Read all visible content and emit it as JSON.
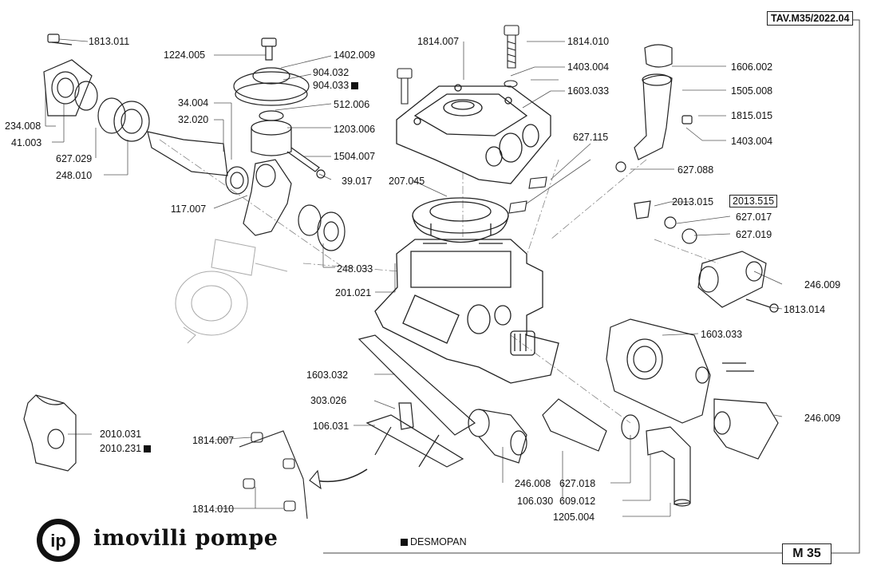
{
  "header": {
    "table_code": "TAV.M35/2022.04"
  },
  "footer": {
    "page_code": "M 35",
    "brand_logo_letters": "ip",
    "brand_name": "imovilli pompe",
    "legend_text": "DESMOPAN"
  },
  "callouts": [
    {
      "code": "1813.011"
    },
    {
      "code": "1224.005"
    },
    {
      "code": "1402.009"
    },
    {
      "code": "904.032"
    },
    {
      "code": "904.033",
      "desmopan": true
    },
    {
      "code": "34.004"
    },
    {
      "code": "512.006"
    },
    {
      "code": "32.020"
    },
    {
      "code": "1203.006"
    },
    {
      "code": "234.008"
    },
    {
      "code": "41.003"
    },
    {
      "code": "627.029"
    },
    {
      "code": "248.010"
    },
    {
      "code": "1504.007"
    },
    {
      "code": "39.017"
    },
    {
      "code": "117.007"
    },
    {
      "code": "248.033"
    },
    {
      "code": "1814.007"
    },
    {
      "code": "1814.010"
    },
    {
      "code": "1403.004"
    },
    {
      "code": "1603.033"
    },
    {
      "code": "627.115"
    },
    {
      "code": "207.045"
    },
    {
      "code": "201.021"
    },
    {
      "code": "1606.002"
    },
    {
      "code": "1505.008"
    },
    {
      "code": "1815.015"
    },
    {
      "code": "1403.004"
    },
    {
      "code": "627.088"
    },
    {
      "code": "2013.015"
    },
    {
      "code": "2013.515",
      "boxed": true
    },
    {
      "code": "627.017"
    },
    {
      "code": "627.019"
    },
    {
      "code": "246.009"
    },
    {
      "code": "1813.014"
    },
    {
      "code": "1603.033"
    },
    {
      "code": "246.009"
    },
    {
      "code": "1603.032"
    },
    {
      "code": "303.026"
    },
    {
      "code": "106.031"
    },
    {
      "code": "1814.007"
    },
    {
      "code": "2010.031"
    },
    {
      "code": "2010.231",
      "desmopan": true
    },
    {
      "code": "1814.010"
    },
    {
      "code": "246.008"
    },
    {
      "code": "106.030"
    },
    {
      "code": "627.018"
    },
    {
      "code": "609.012"
    },
    {
      "code": "1205.004"
    }
  ]
}
